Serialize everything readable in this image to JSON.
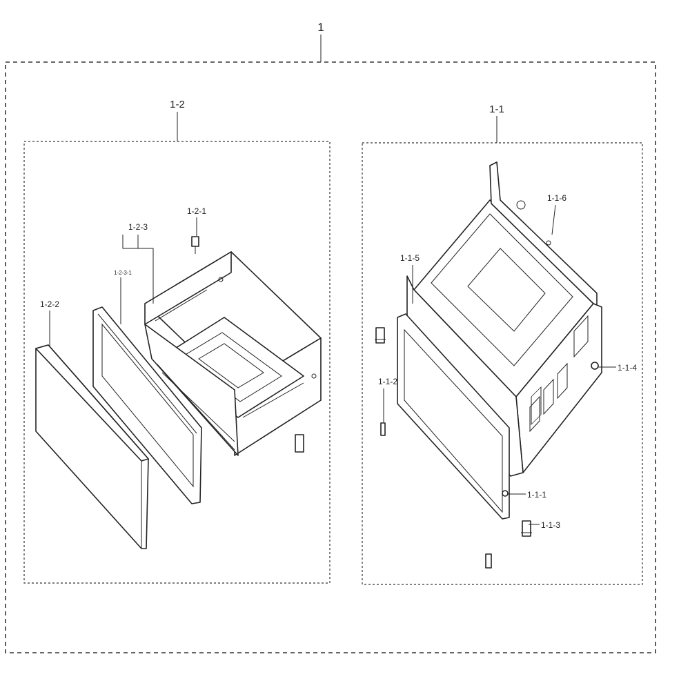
{
  "labels": {
    "assembly": "1",
    "drawer_assembly": "1-2",
    "drawer_screw": "1-2-1",
    "drawer_front_panel": "1-2-2",
    "drawer_frame": "1-2-3",
    "drawer_frame_sub": "1-2-3-1",
    "cabinet_assembly": "1-1",
    "cabinet_part_1": "1-1-1",
    "cabinet_part_2": "1-1-2",
    "cabinet_part_3": "1-1-3",
    "cabinet_part_4": "1-1-4",
    "cabinet_part_5": "1-1-5",
    "cabinet_part_6": "1-1-6"
  }
}
